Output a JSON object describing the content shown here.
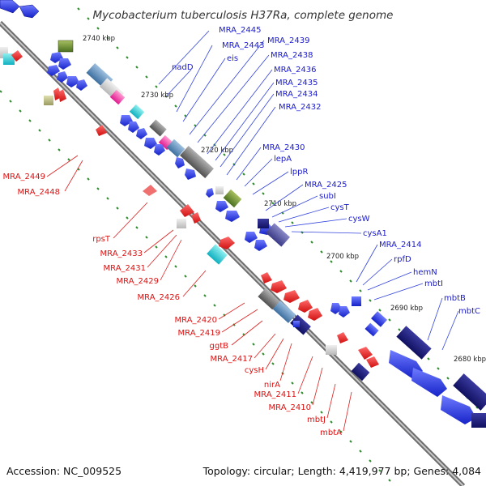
{
  "title": "Mycobacterium tuberculosis H37Ra, complete genome",
  "footer": {
    "accession": "Accession: NC_009525",
    "summary": "Topology: circular; Length: 4,419,977 bp; Genes: 4,084"
  },
  "colors": {
    "forward_label": "#1a1acc",
    "reverse_label": "#dd1111",
    "forward_gene": "#1f2fe8",
    "reverse_gene": "#ee1b1b",
    "backbone": "#8a8a8a",
    "tick": "#2e8b2e"
  },
  "scale_labels": [
    "2740 kbp",
    "2730 kbp",
    "2720 kbp",
    "2710 kbp",
    "2700 kbp",
    "2690 kbp",
    "2680 kbp"
  ],
  "forward_labels": [
    "MRA_2445",
    "nadD",
    "MRA_2443",
    "eis",
    "MRA_2439",
    "MRA_2438",
    "MRA_2436",
    "MRA_2435",
    "MRA_2434",
    "MRA_2432",
    "MRA_2430",
    "lepA",
    "lppR",
    "MRA_2425",
    "subI",
    "cysT",
    "cysW",
    "cysA1",
    "MRA_2414",
    "rpfD",
    "hemN",
    "mbtI",
    "mbtB",
    "mbtC"
  ],
  "reverse_labels": [
    "MRA_2449",
    "MRA_2448",
    "rpsT",
    "MRA_2433",
    "MRA_2431",
    "MRA_2429",
    "MRA_2426",
    "MRA_2420",
    "MRA_2419",
    "ggtB",
    "MRA_2417",
    "cysH",
    "nirA",
    "MRA_2411",
    "MRA_2410",
    "mbtJ",
    "mbtA"
  ]
}
